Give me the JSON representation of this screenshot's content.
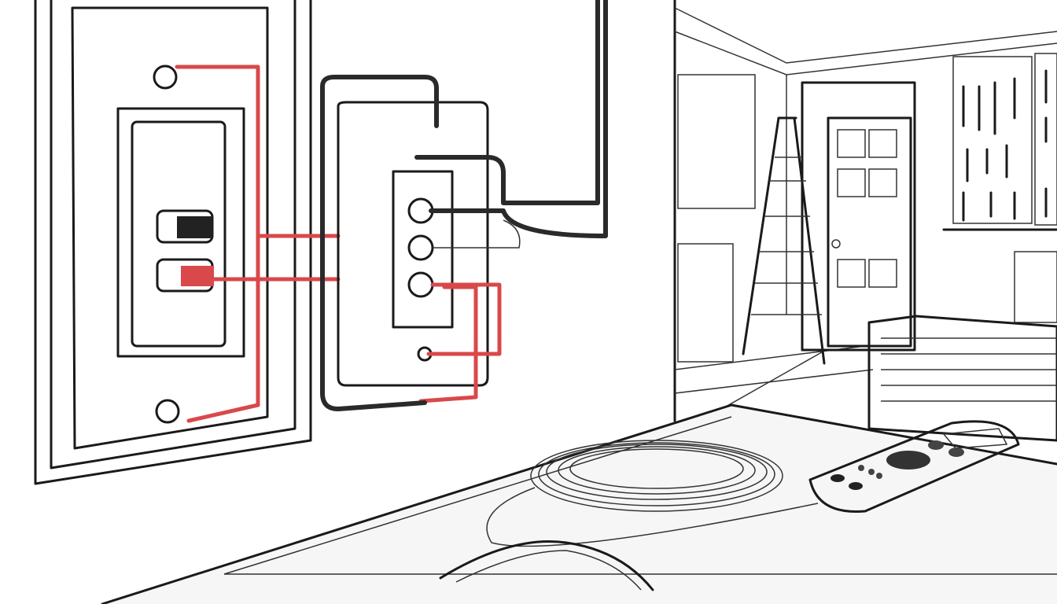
{
  "scene": {
    "colors": {
      "line": "#1a1a1a",
      "wire_red": "#d9484a",
      "wire_black": "#2a2a2a",
      "background": "#ffffff",
      "floor": "#f2f2f2"
    },
    "icons": [
      "wall-switch-plate",
      "outlet-box",
      "ladder",
      "door",
      "tool-pegboard",
      "coiled-wire",
      "multimeter"
    ]
  }
}
